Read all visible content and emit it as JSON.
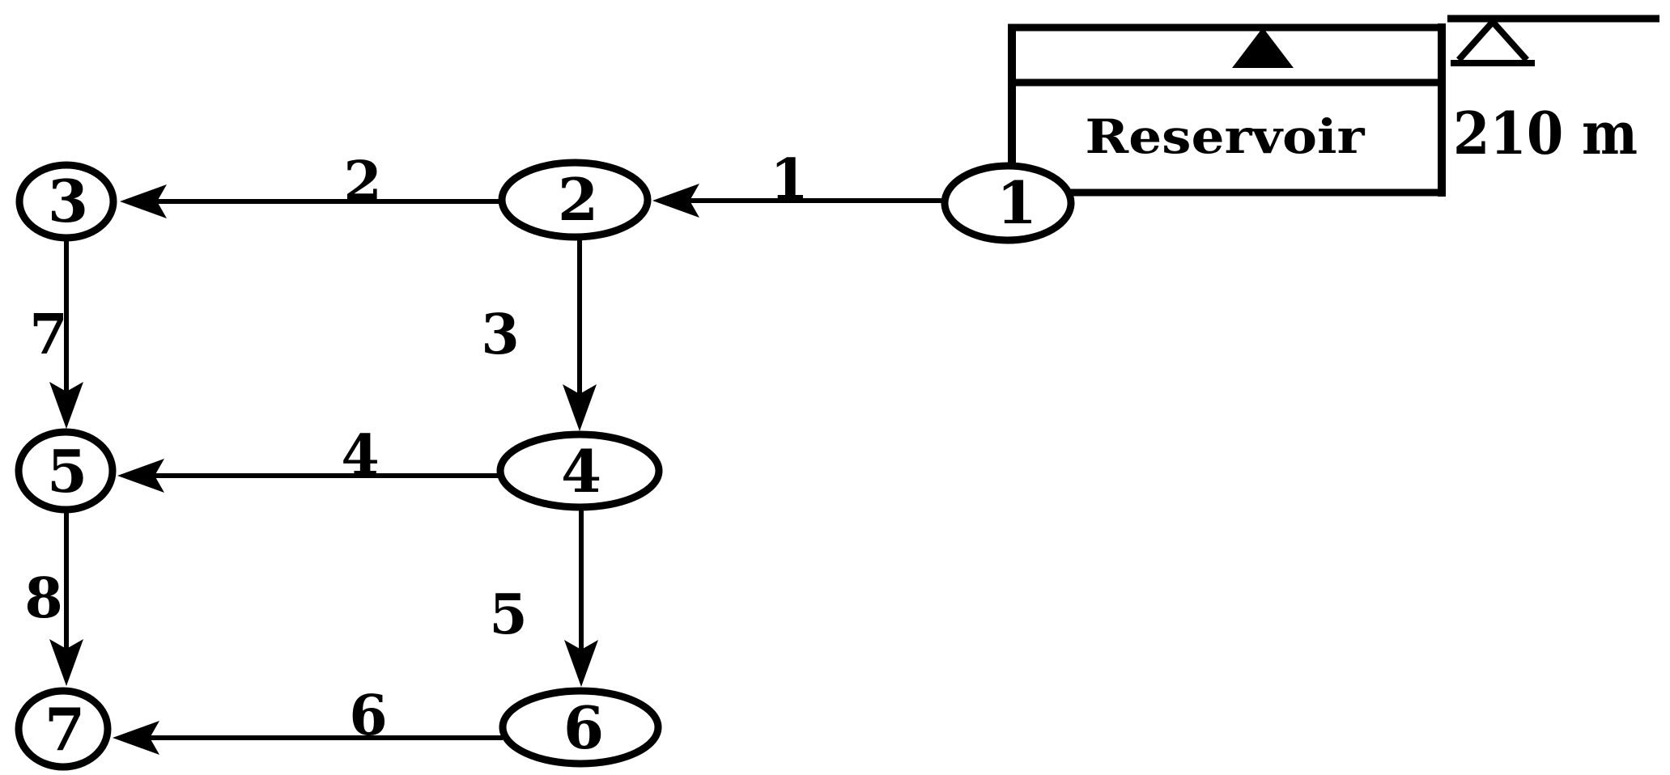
{
  "diagram": {
    "kind": "pipe-network-with-reservoir",
    "reservoir": {
      "label": "Reservoir",
      "elevation_label": "210 m",
      "water_surface_marker": "filled-up-triangle",
      "datum_marker": "open-up-triangle-under-line"
    },
    "nodes": [
      {
        "id": "1",
        "label": "1"
      },
      {
        "id": "2",
        "label": "2"
      },
      {
        "id": "3",
        "label": "3"
      },
      {
        "id": "4",
        "label": "4"
      },
      {
        "id": "5",
        "label": "5"
      },
      {
        "id": "6",
        "label": "6"
      },
      {
        "id": "7",
        "label": "7"
      }
    ],
    "edges": [
      {
        "id": "1",
        "label": "1",
        "from": "1",
        "to": "2",
        "direction": "left"
      },
      {
        "id": "2",
        "label": "2",
        "from": "2",
        "to": "3",
        "direction": "left"
      },
      {
        "id": "3",
        "label": "3",
        "from": "2",
        "to": "4",
        "direction": "down"
      },
      {
        "id": "4",
        "label": "4",
        "from": "4",
        "to": "5",
        "direction": "left"
      },
      {
        "id": "5",
        "label": "5",
        "from": "4",
        "to": "6",
        "direction": "down"
      },
      {
        "id": "6",
        "label": "6",
        "from": "6",
        "to": "7",
        "direction": "left"
      },
      {
        "id": "7",
        "label": "7",
        "from": "3",
        "to": "5",
        "direction": "down"
      },
      {
        "id": "8",
        "label": "8",
        "from": "5",
        "to": "7",
        "direction": "down"
      }
    ],
    "colors": {
      "ink": "#000000",
      "background": "#ffffff"
    }
  }
}
